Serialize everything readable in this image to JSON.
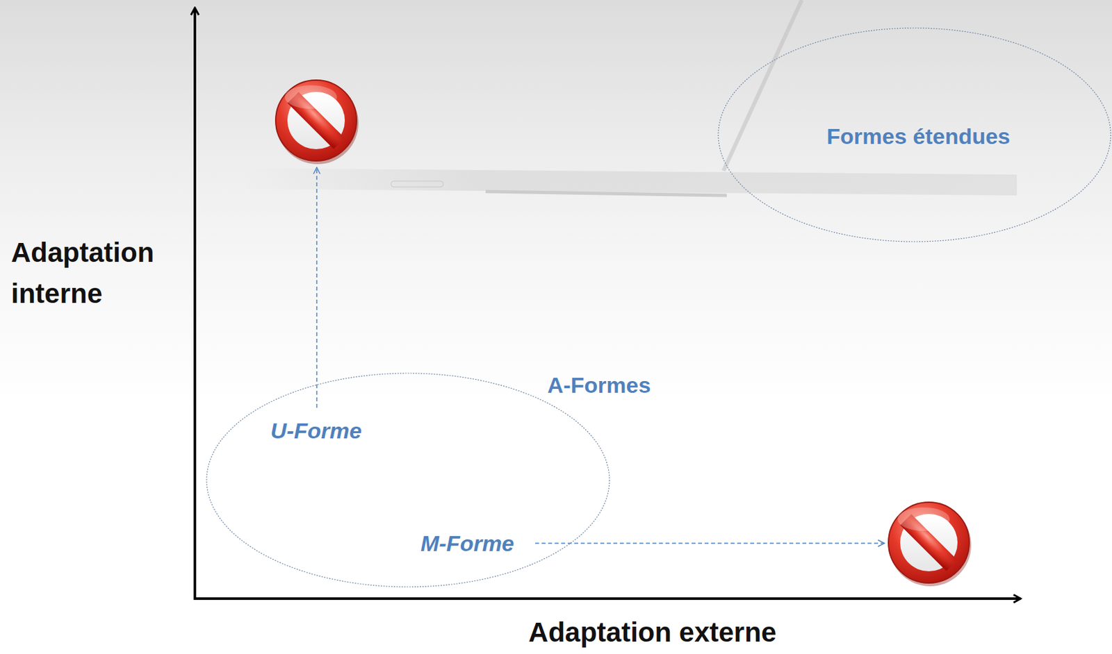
{
  "diagram": {
    "nodes": [
      {
        "text": [
          "Formes étendues"
        ]
      },
      {
        "text": [
          "A-Formes"
        ]
      }
    ],
    "labels": [
      "Adaptation interne",
      "U-Forme",
      "M-Forme",
      "Adaptation externe"
    ]
  }
}
